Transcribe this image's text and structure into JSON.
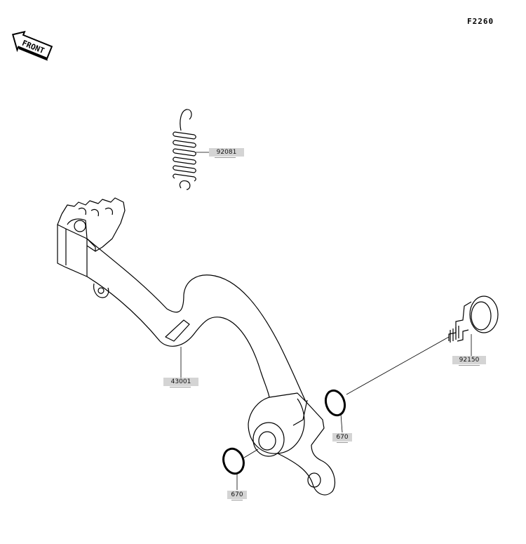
{
  "diagram_code": "F2260",
  "front_label": "FRONT",
  "parts": [
    {
      "id": "spring",
      "number": "92081"
    },
    {
      "id": "pedal",
      "number": "43001"
    },
    {
      "id": "bolt",
      "number": "92150"
    },
    {
      "id": "oring-right",
      "number": "670"
    },
    {
      "id": "oring-left",
      "number": "670"
    }
  ]
}
